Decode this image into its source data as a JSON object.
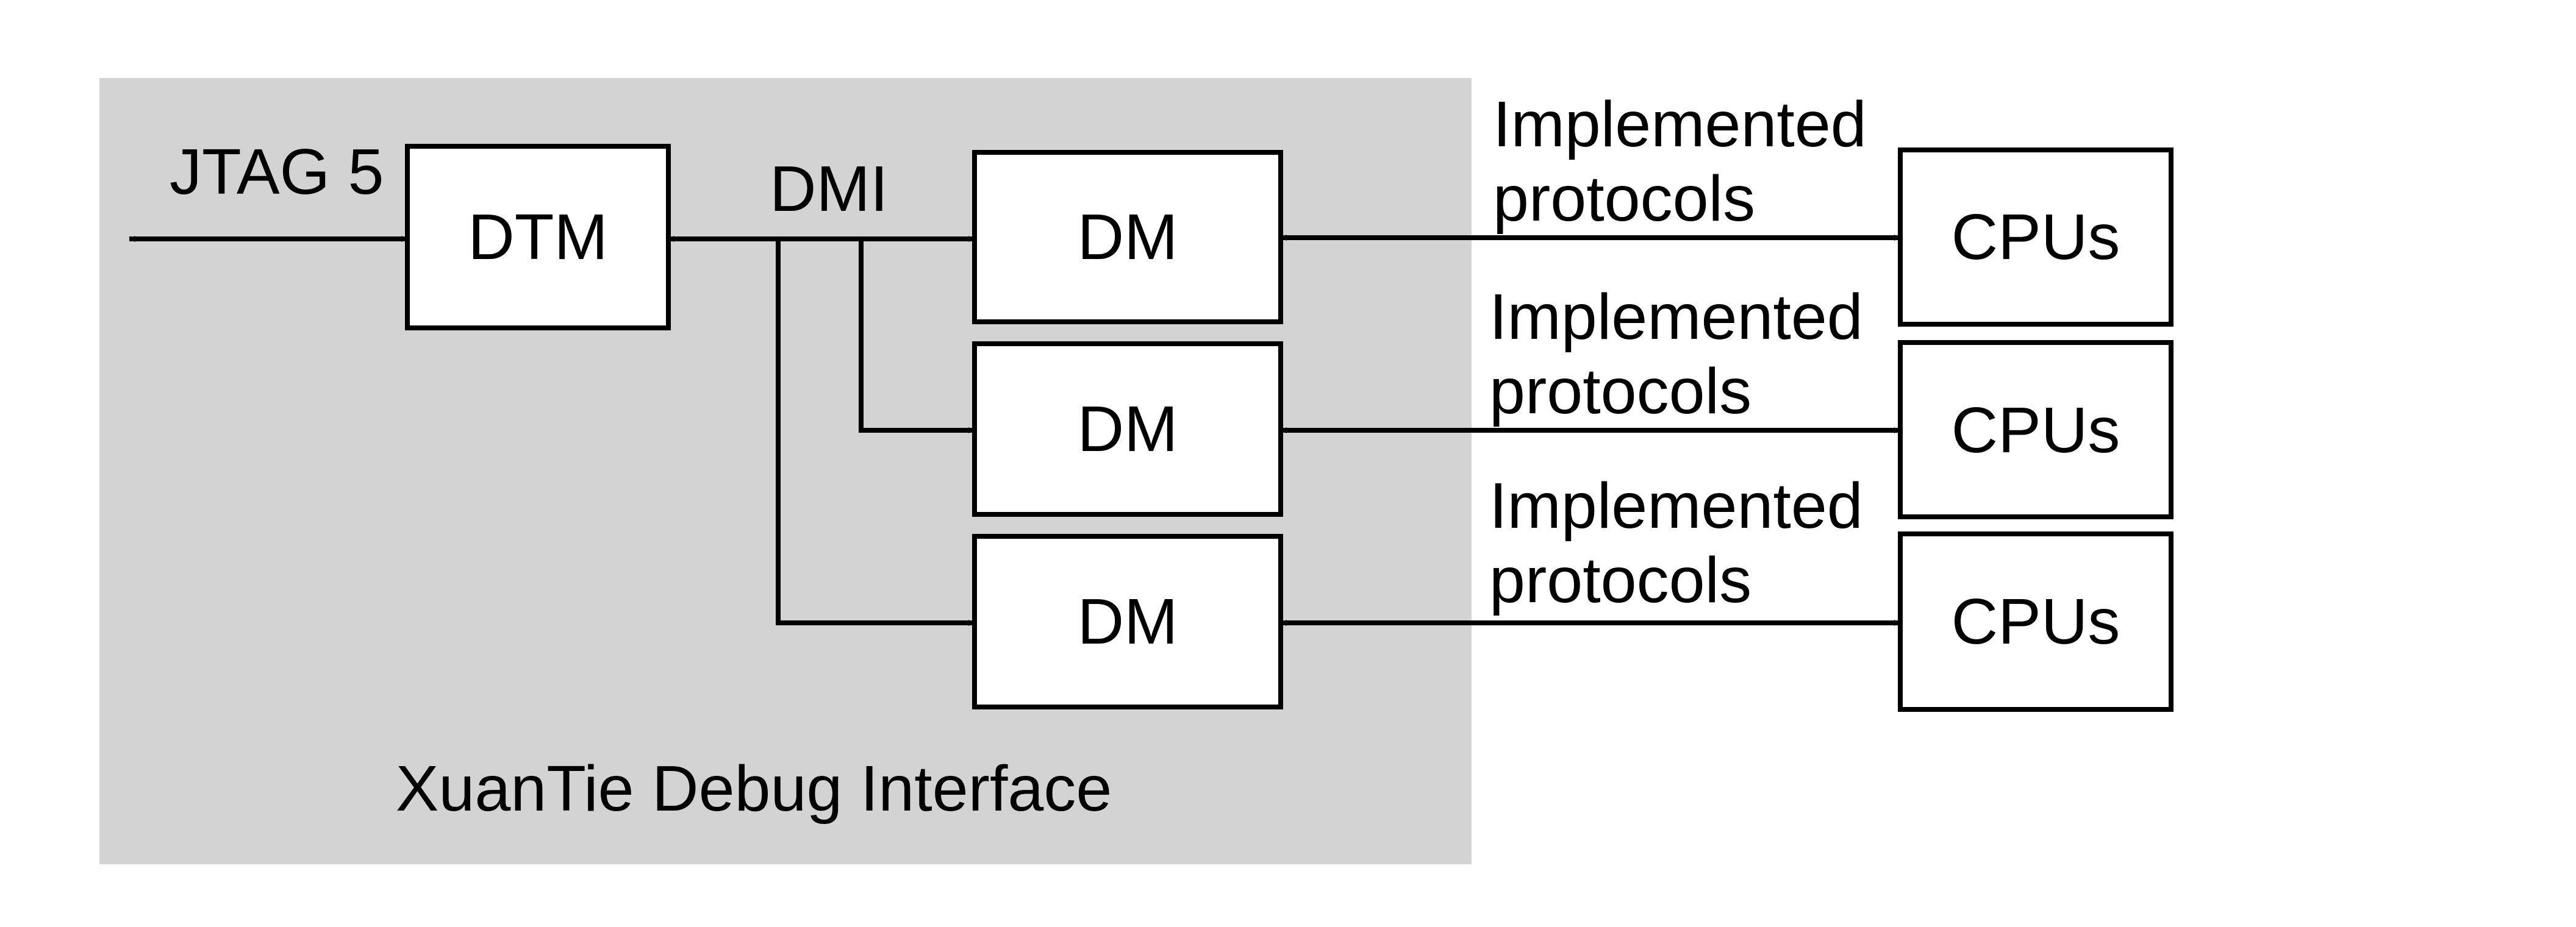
{
  "diagram": {
    "region_label": "XuanTie Debug Interface",
    "jtag_label": "JTAG 5",
    "dtm_label": "DTM",
    "dmi_label": "DMI",
    "dm_label": "DM",
    "cpu_label": "CPUs",
    "protocol_line1": "Implemented",
    "protocol_line2": "protocols",
    "colors": {
      "region_fill": "#d3d3d3",
      "box_fill": "#ffffff",
      "stroke": "#000000"
    }
  }
}
